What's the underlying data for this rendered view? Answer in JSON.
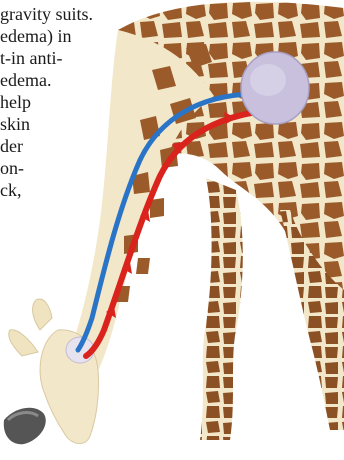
{
  "text_lines": [
    "gravity suits.",
    "edema) in",
    "t-in anti-",
    "edema.",
    "help",
    "skin",
    "der",
    "on-",
    "ck,"
  ],
  "colors": {
    "hide": "#f2e7c9",
    "spot": "#9a5a2a",
    "spot_dark": "#7a4520",
    "vein": "#2a74c8",
    "artery": "#d9231c",
    "heart": "#c8c0dc",
    "hoof": "#555555"
  },
  "icons": [
    "giraffe-illustration",
    "heart-icon",
    "artery-icon",
    "vein-icon",
    "hoof-icon"
  ]
}
